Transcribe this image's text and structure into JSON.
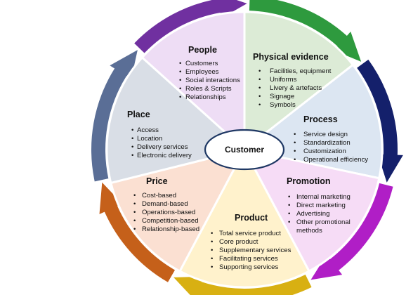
{
  "center": {
    "label": "Customer"
  },
  "segments": {
    "people": {
      "title": "People",
      "items": [
        "Customers",
        "Employees",
        "Social interactions",
        "Roles & Scripts",
        "Relationships"
      ]
    },
    "physical_evidence": {
      "title": "Physical evidence",
      "items": [
        "Facilities, equipment",
        "Uniforms",
        "Livery & artefacts",
        "Signage",
        "Symbols"
      ]
    },
    "process": {
      "title": "Process",
      "items": [
        "Service design",
        "Standardization",
        "Customization",
        "Operational efficiency"
      ]
    },
    "promotion": {
      "title": "Promotion",
      "items": [
        "Internal marketing",
        "Direct marketing",
        "Advertising",
        "Other promotional",
        "methods"
      ]
    },
    "product": {
      "title": "Product",
      "items": [
        "Total service product",
        "Core product",
        "Supplementary services",
        "Facilitating services",
        "Supporting services"
      ]
    },
    "price": {
      "title": "Price",
      "items": [
        "Cost-based",
        "Demand-based",
        "Operations-based",
        "Competition-based",
        "Relationship-based"
      ]
    },
    "place": {
      "title": "Place",
      "items": [
        "Access",
        "Location",
        "Delivery services",
        "Electronic delivery"
      ]
    }
  },
  "colors": {
    "people": "#EEDDF5",
    "physical_evidence": "#DCEBD6",
    "process": "#DCE6F2",
    "promotion": "#F6DCF6",
    "product": "#FFF2CC",
    "price": "#FBE0D2",
    "place": "#D9DEE6",
    "arrow_people": "#7030A0",
    "arrow_physical_evidence": "#2E9A3E",
    "arrow_process": "#14206B",
    "arrow_promotion": "#B01EC6",
    "arrow_product": "#D8B012",
    "arrow_price": "#C5601A",
    "arrow_place": "#5A6E96",
    "center_stroke": "#1F3864"
  }
}
